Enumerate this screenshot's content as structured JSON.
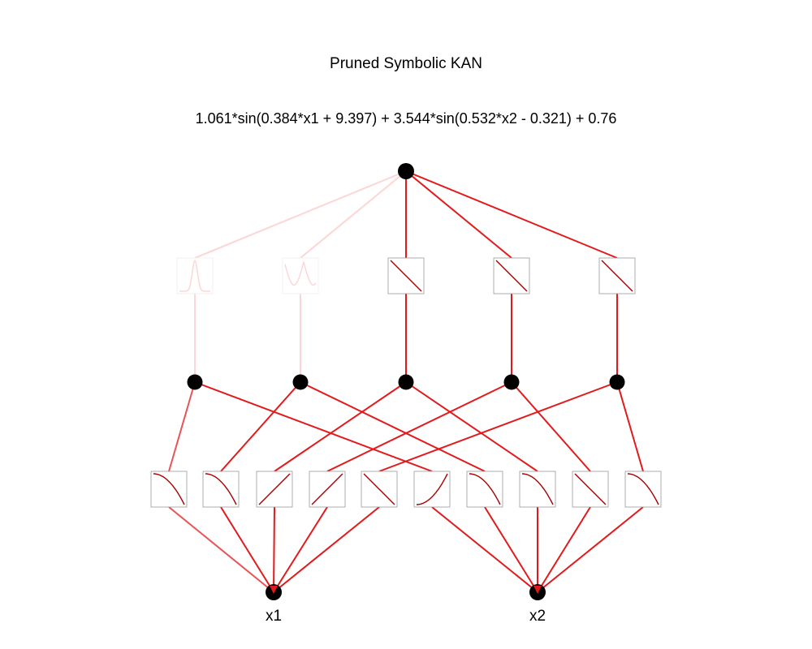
{
  "title": "Pruned Symbolic KAN",
  "formula": "1.061*sin(0.384*x1 + 9.397) + 3.544*sin(0.532*x2 - 0.321) + 0.76",
  "inputs": [
    {
      "label": "x1"
    },
    {
      "label": "x2"
    }
  ],
  "colors": {
    "edge": "#e31a1c",
    "edge_faint": "#fdd5d5",
    "node": "#000000",
    "box_border": "#999999"
  },
  "layer0_edges": [
    {
      "input": 0,
      "hidden": 0,
      "shape": "dec_concave",
      "strength": 0.75
    },
    {
      "input": 0,
      "hidden": 1,
      "shape": "dec_concave",
      "strength": 1.0
    },
    {
      "input": 0,
      "hidden": 2,
      "shape": "inc_linear",
      "strength": 1.0
    },
    {
      "input": 0,
      "hidden": 3,
      "shape": "inc_linear",
      "strength": 1.0
    },
    {
      "input": 0,
      "hidden": 4,
      "shape": "dec_linear",
      "strength": 1.0
    },
    {
      "input": 1,
      "hidden": 0,
      "shape": "inc_convex",
      "strength": 1.0
    },
    {
      "input": 1,
      "hidden": 1,
      "shape": "dec_concave",
      "strength": 1.0
    },
    {
      "input": 1,
      "hidden": 2,
      "shape": "dec_concave",
      "strength": 1.0
    },
    {
      "input": 1,
      "hidden": 3,
      "shape": "dec_linear",
      "strength": 1.0
    },
    {
      "input": 1,
      "hidden": 4,
      "shape": "dec_concave",
      "strength": 1.0
    }
  ],
  "layer1_edges": [
    {
      "hidden": 0,
      "shape": "bump",
      "strength": 0.15
    },
    {
      "hidden": 1,
      "shape": "w",
      "strength": 0.15
    },
    {
      "hidden": 2,
      "shape": "dec_linear",
      "strength": 1.0
    },
    {
      "hidden": 3,
      "shape": "dec_linear",
      "strength": 1.0
    },
    {
      "hidden": 4,
      "shape": "dec_linear",
      "strength": 1.0
    }
  ]
}
